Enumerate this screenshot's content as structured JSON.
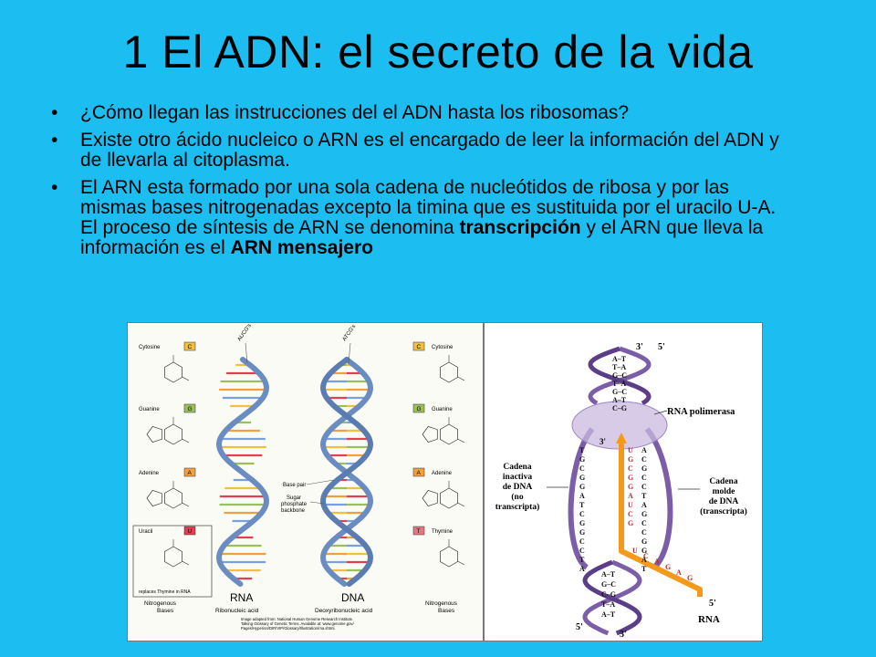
{
  "slide": {
    "title": "1 El ADN: el secreto de la vida",
    "bullet_char": "•",
    "bullets": [
      {
        "text": "¿Cómo llegan las instrucciones del el ADN hasta los ribosomas?"
      },
      {
        "text": "Existe otro ácido nucleico o ARN es el encargado de leer la información del ADN y de llevarla al citoplasma."
      },
      {
        "part1": "El ARN esta formado por una sola cadena de nucleótidos de ribosa y por las mismas bases nitrogenadas excepto la timina que es sustituida por el uracilo U-A. El proceso de síntesis de ARN se denomina ",
        "bold1": "transcripción",
        "part2": " y el ARN que lleva la información es el ",
        "bold2": "ARN mensajero"
      }
    ]
  },
  "figure_left": {
    "left_bases": [
      {
        "name": "Cytosine",
        "code": "C",
        "color": "#f0c040"
      },
      {
        "name": "Guanine",
        "code": "G",
        "color": "#9bbf5a"
      },
      {
        "name": "Adenine",
        "code": "A",
        "color": "#f0a040"
      },
      {
        "name": "Uracil",
        "code": "U",
        "color": "#e04050"
      }
    ],
    "right_bases": [
      {
        "name": "Cytosine",
        "code": "C",
        "color": "#f0c040"
      },
      {
        "name": "Guanine",
        "code": "G",
        "color": "#9bbf5a"
      },
      {
        "name": "Adenine",
        "code": "A",
        "color": "#f0a040"
      },
      {
        "name": "Thymine",
        "code": "T",
        "color": "#e07a80"
      }
    ],
    "uracil_note": "replaces Thymine in RNA",
    "rna_top_label": "AUCG's",
    "dna_top_label": "ATCG's",
    "base_pair_label": "Base pair",
    "backbone_label_1": "Sugar",
    "backbone_label_2": "phosphate",
    "backbone_label_3": "backbone",
    "rna_label": "RNA",
    "rna_sub": "Ribonucleic acid",
    "dna_label": "DNA",
    "dna_sub": "Deoxyribonucleic acid",
    "nitro_left_1": "Nitrogenous",
    "nitro_left_2": "Bases",
    "nitro_right_1": "Nitrogenous",
    "nitro_right_2": "Bases",
    "credit_1": "Image adapted from: National Human Genome Research Institute.",
    "credit_2": "Talking Glossary of Genetic Terms. Available at: www.genome.gov/",
    "credit_3": "Pages/Hyperion/DIR/VIP/Glossary/Illustration/rna.shtml."
  },
  "figure_right": {
    "prime3_top": "3'",
    "prime5_top": "5'",
    "polymerase_label": "RNA polimerasa",
    "inactive_label": [
      "Cadena",
      "inactiva",
      "de DNA",
      "(no",
      "transcripta)"
    ],
    "template_label": [
      "Cadena",
      "molde",
      "de DNA",
      "(transcripta)"
    ],
    "prime3_mid": "3'",
    "prime5_bottom_left": "5'",
    "prime3_bottom": "3'",
    "prime5_rna": "5'",
    "rna_label": "RNA",
    "top_pairs": [
      "A–T",
      "T–A",
      "G–C",
      "T–A",
      "G–C",
      "A–T",
      "C–G"
    ],
    "left_strand": [
      "T",
      "G",
      "C",
      "G",
      "G",
      "A",
      "T",
      "C",
      "G",
      "G",
      "C",
      "C",
      "T",
      "A"
    ],
    "right_strand": [
      "A",
      "C",
      "G",
      "C",
      "C",
      "T",
      "A",
      "G",
      "C",
      "C",
      "G",
      "G",
      "A",
      "T"
    ],
    "rna_bases": [
      "U",
      "G",
      "C",
      "G",
      "G",
      "A",
      "U",
      "C",
      "G"
    ],
    "rna_tail": [
      "U",
      "C",
      "A",
      "G",
      "A",
      "G"
    ],
    "bottom_pairs": [
      "A–T",
      "G–C",
      "C–G",
      "T–A",
      "A–T"
    ]
  }
}
